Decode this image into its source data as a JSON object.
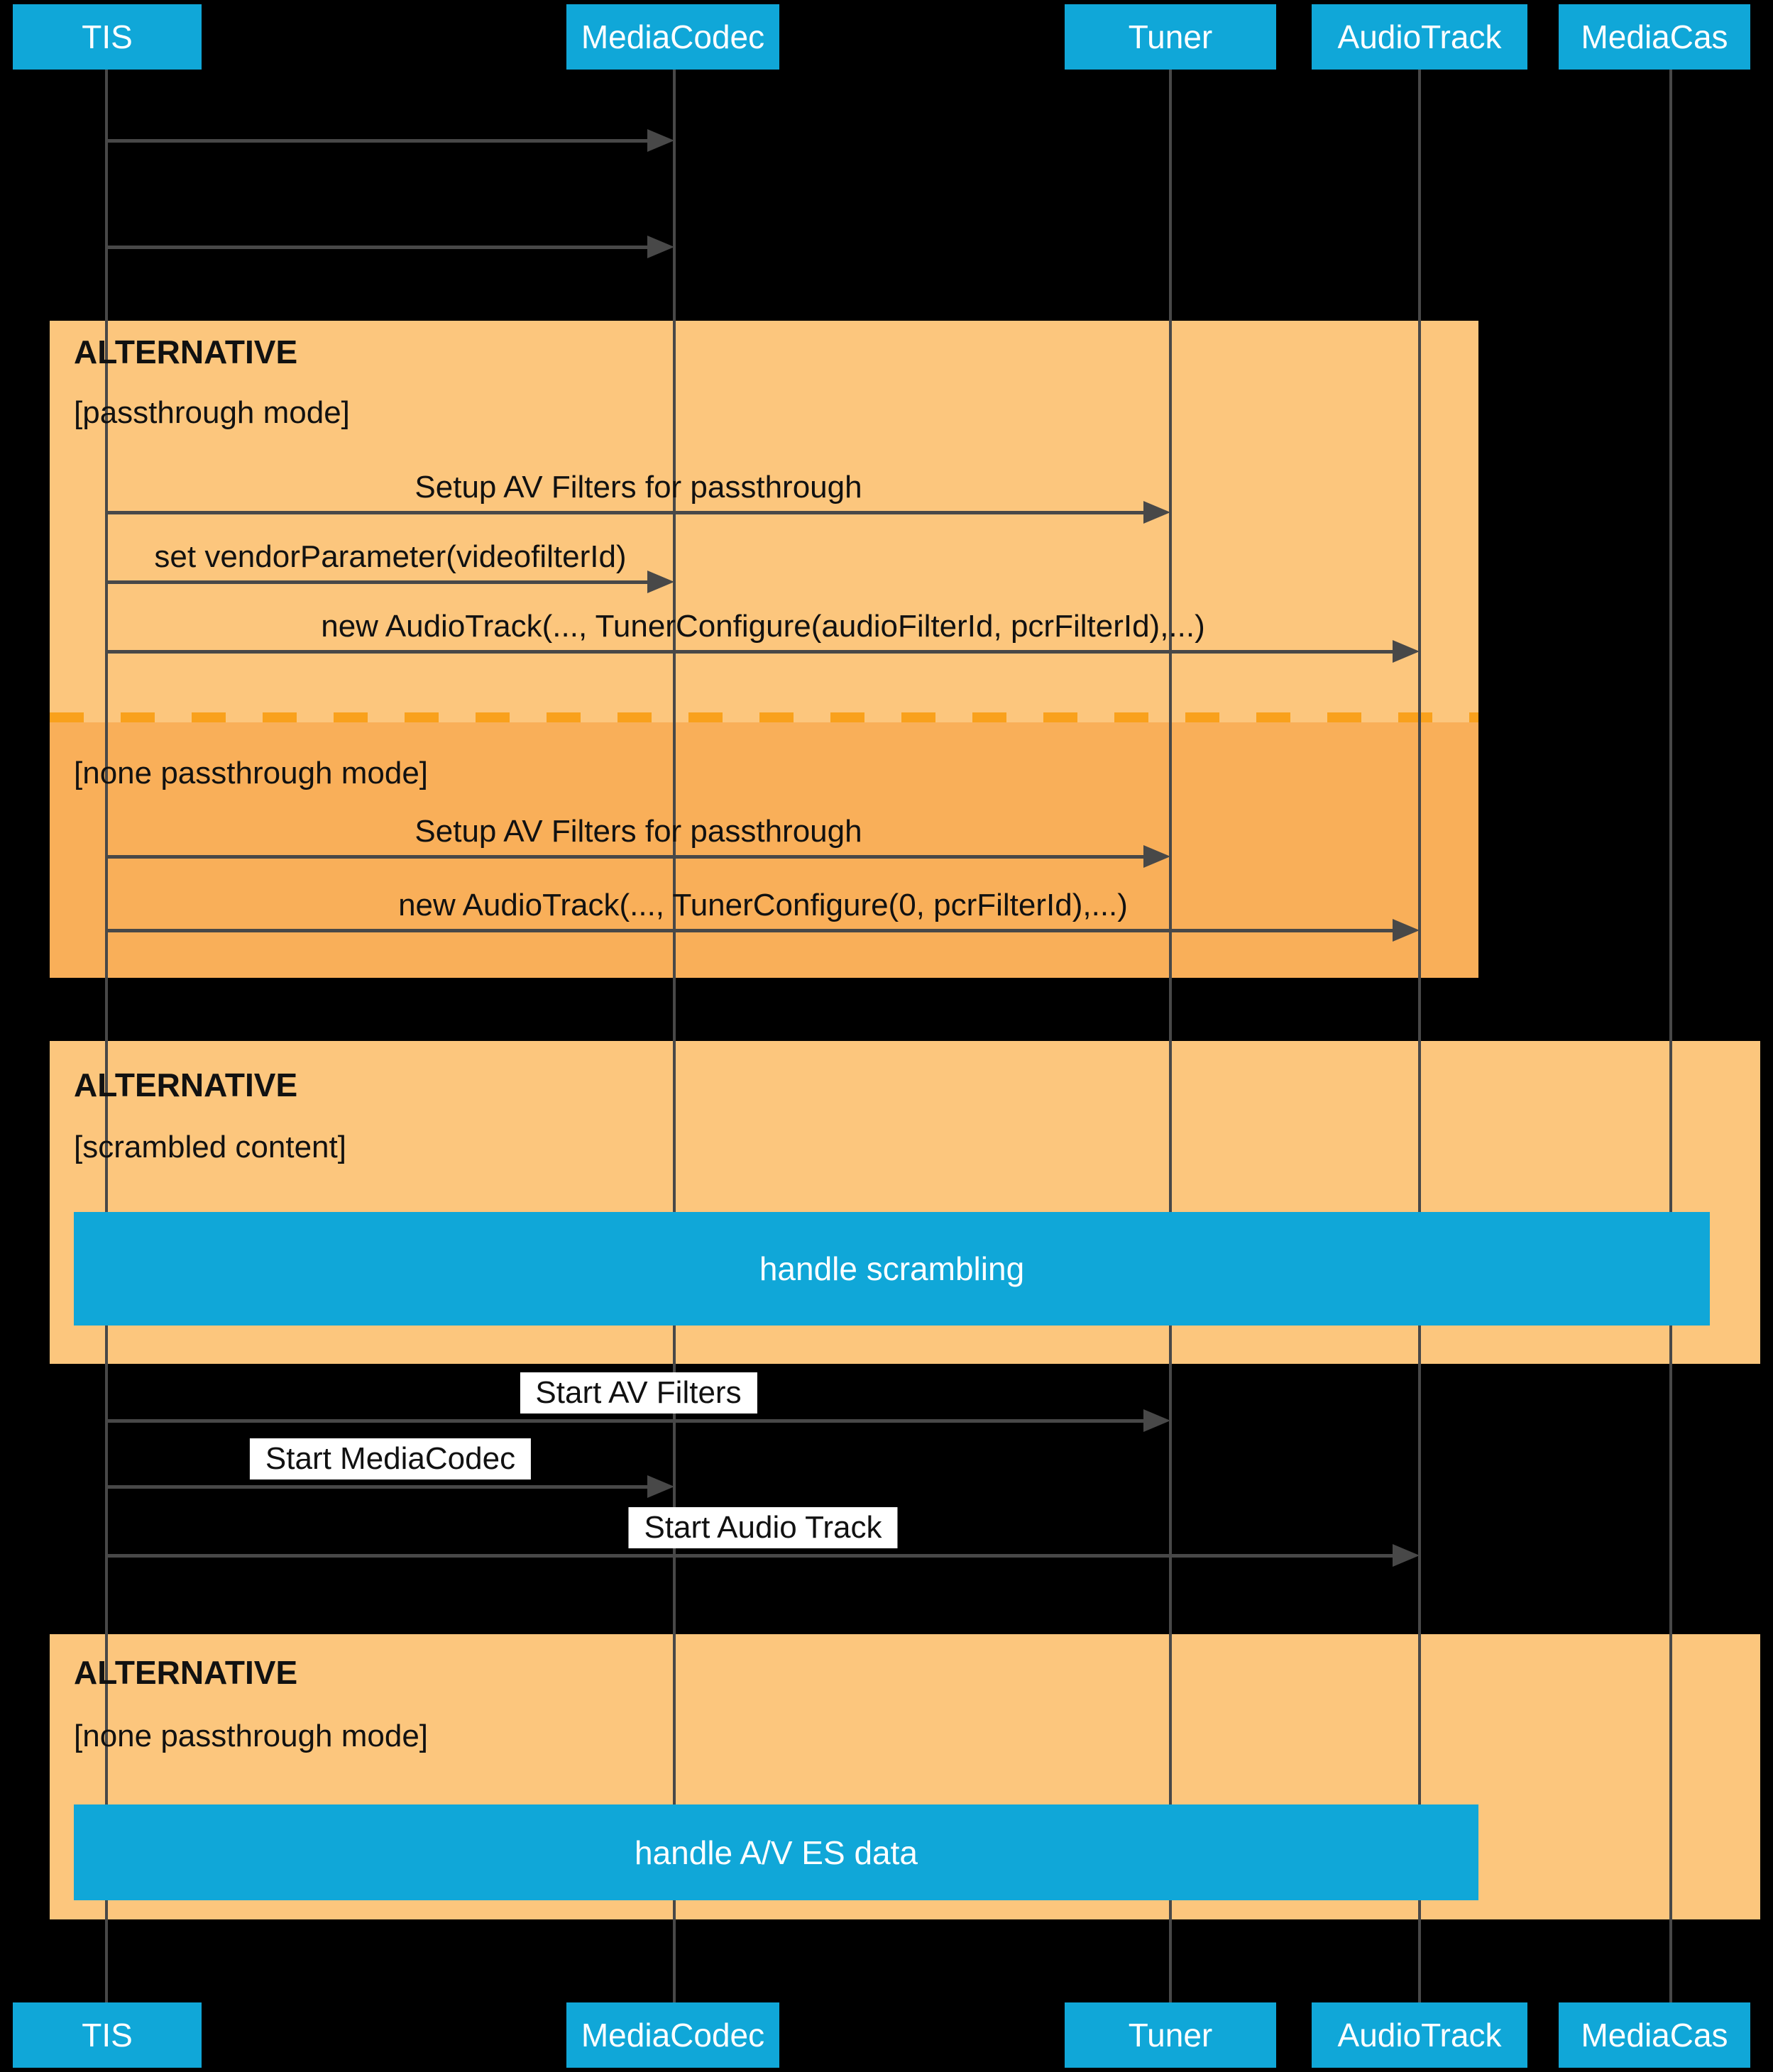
{
  "diagram": {
    "type": "sequence-diagram",
    "participants": [
      "TIS",
      "MediaCodec",
      "Tuner",
      "AudioTrack",
      "MediaCas"
    ],
    "frames": [
      {
        "title": "ALTERNATIVE",
        "guards": [
          "[passthrough mode]",
          "[none passthrough mode]"
        ]
      },
      {
        "title": "ALTERNATIVE",
        "guards": [
          "[scrambled content]"
        ]
      },
      {
        "title": "ALTERNATIVE",
        "guards": [
          "[none passthrough mode]"
        ]
      }
    ],
    "messages": [
      {
        "from": "TIS",
        "to": "MediaCodec",
        "label": ""
      },
      {
        "from": "TIS",
        "to": "MediaCodec",
        "label": ""
      },
      {
        "from": "TIS",
        "to": "Tuner",
        "label": "Setup AV Filters for passthrough"
      },
      {
        "from": "TIS",
        "to": "MediaCodec",
        "label": "set vendorParameter(videofilterId)"
      },
      {
        "from": "TIS",
        "to": "AudioTrack",
        "label": "new AudioTrack(..., TunerConfigure(audioFilterId, pcrFilterId),...)"
      },
      {
        "from": "TIS",
        "to": "Tuner",
        "label": "Setup AV Filters for passthrough"
      },
      {
        "from": "TIS",
        "to": "AudioTrack",
        "label": "new AudioTrack(..., TunerConfigure(0, pcrFilterId),...)"
      },
      {
        "from": "TIS",
        "to": "Tuner",
        "label": "Start AV Filters"
      },
      {
        "from": "TIS",
        "to": "MediaCodec",
        "label": "Start MediaCodec"
      },
      {
        "from": "TIS",
        "to": "AudioTrack",
        "label": "Start Audio Track"
      }
    ],
    "activities": [
      {
        "label": "handle scrambling"
      },
      {
        "label": "handle A/V ES data"
      }
    ],
    "colors": {
      "participant_blue": "#10A7D8",
      "activity_blue": "#10A7D8",
      "frame_light_orange": "#FCC67D",
      "frame_dark_orange": "#F9AF59",
      "divider_dash_orange": "#F9A11C",
      "line_gray": "#484848",
      "background": "#000000"
    }
  }
}
